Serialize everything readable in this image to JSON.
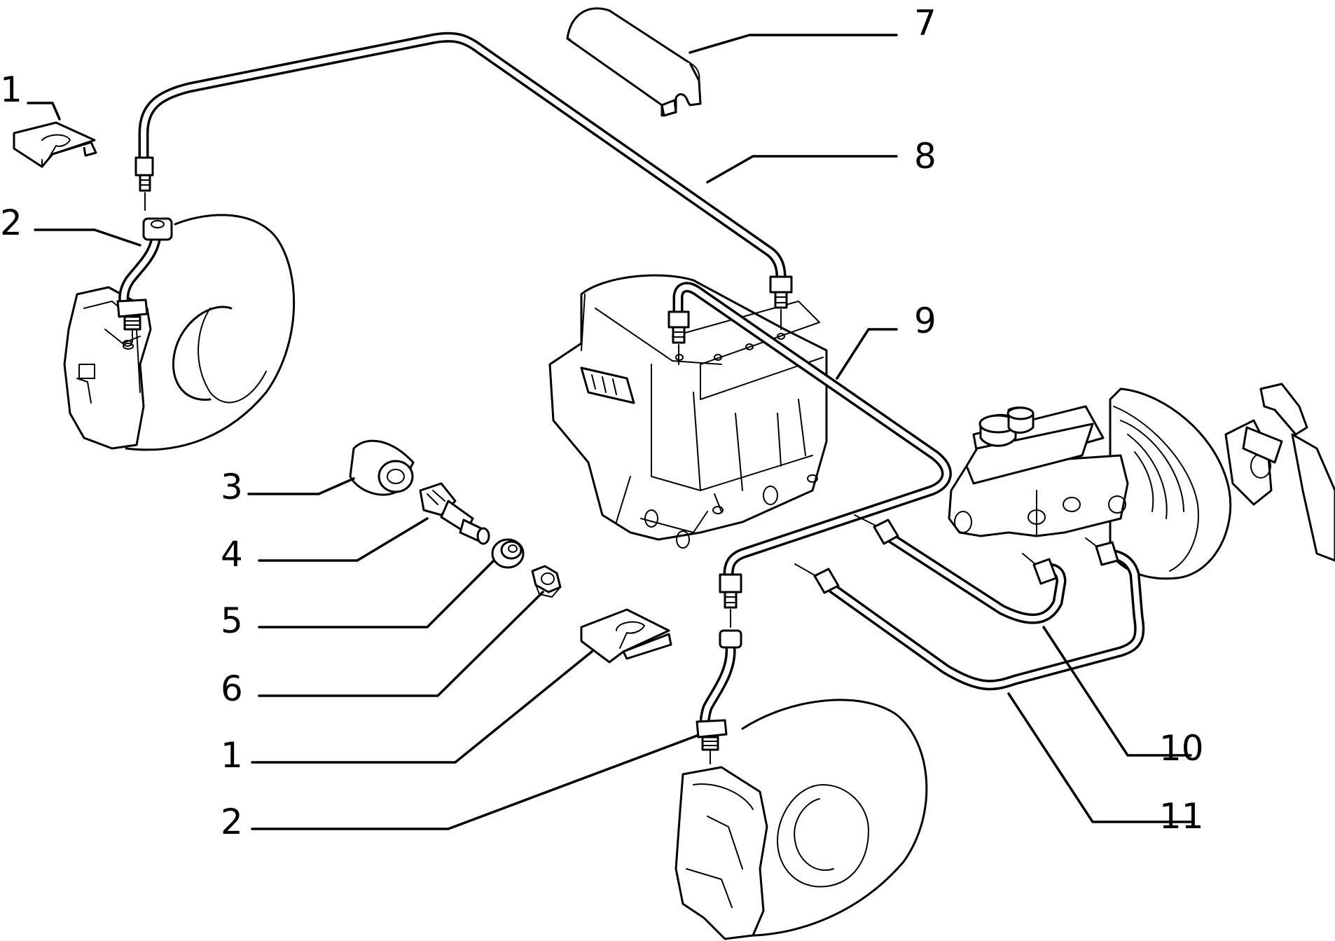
{
  "callouts": {
    "c1a": "1",
    "c2a": "2",
    "c3": "3",
    "c4": "4",
    "c5": "5",
    "c6": "6",
    "c1b": "1",
    "c2b": "2",
    "c7": "7",
    "c8": "8",
    "c9": "9",
    "c10": "10",
    "c11": "11"
  }
}
